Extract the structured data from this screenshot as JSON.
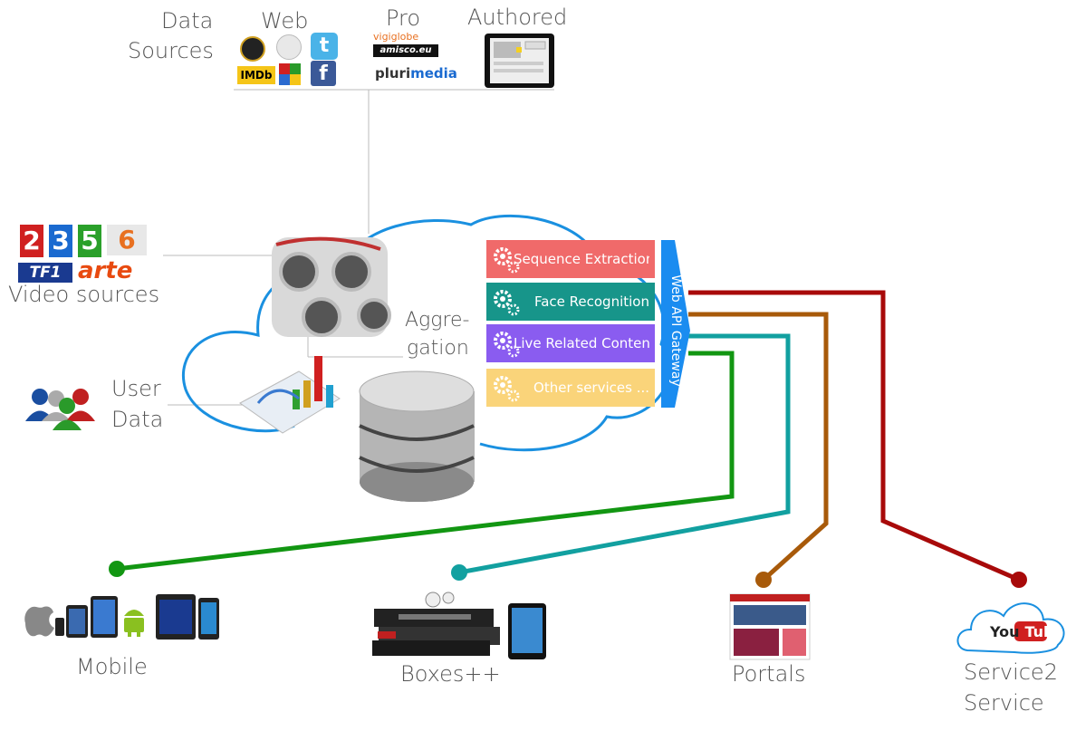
{
  "labels": {
    "data_sources_1": "Data",
    "data_sources_2": "Sources",
    "web": "Web",
    "pro": "Pro",
    "authored": "Authored",
    "video_sources": "Video sources",
    "user_1": "User",
    "user_2": "Data",
    "aggregation_1": "Aggre-",
    "aggregation_2": "gation",
    "mobile": "Mobile",
    "boxes": "Boxes++",
    "portals": "Portals",
    "service_1": "Service2",
    "service_2": "Service"
  },
  "logos": {
    "imdb": "IMDb",
    "facebook": "f",
    "twitter": "t",
    "vigiglobe": "vigiglobe",
    "amisco": "amisco.eu",
    "plurimedia_1": "pluri",
    "plurimedia_2": "media",
    "ch2": "2",
    "ch3": "3",
    "ch5": "5",
    "ch6": "6",
    "tf1": "TF1",
    "arte": "arte",
    "youtube_1": "You",
    "youtube_2": "Tube"
  },
  "services": [
    {
      "label": "Sequence Extraction",
      "color": "#f06a6a"
    },
    {
      "label": "Face Recognition",
      "color": "#17958a"
    },
    {
      "label": "Live Related Content",
      "color": "#8a5cf0"
    },
    {
      "label": "Other services ...",
      "color": "#fad47a"
    }
  ],
  "gateway": {
    "label": "Web API Gateway",
    "color": "#1a8cf0"
  },
  "connector_colors": {
    "mobile": "#129612",
    "boxes": "#12a0a0",
    "portals": "#a85a0a",
    "service": "#a80a0a"
  }
}
